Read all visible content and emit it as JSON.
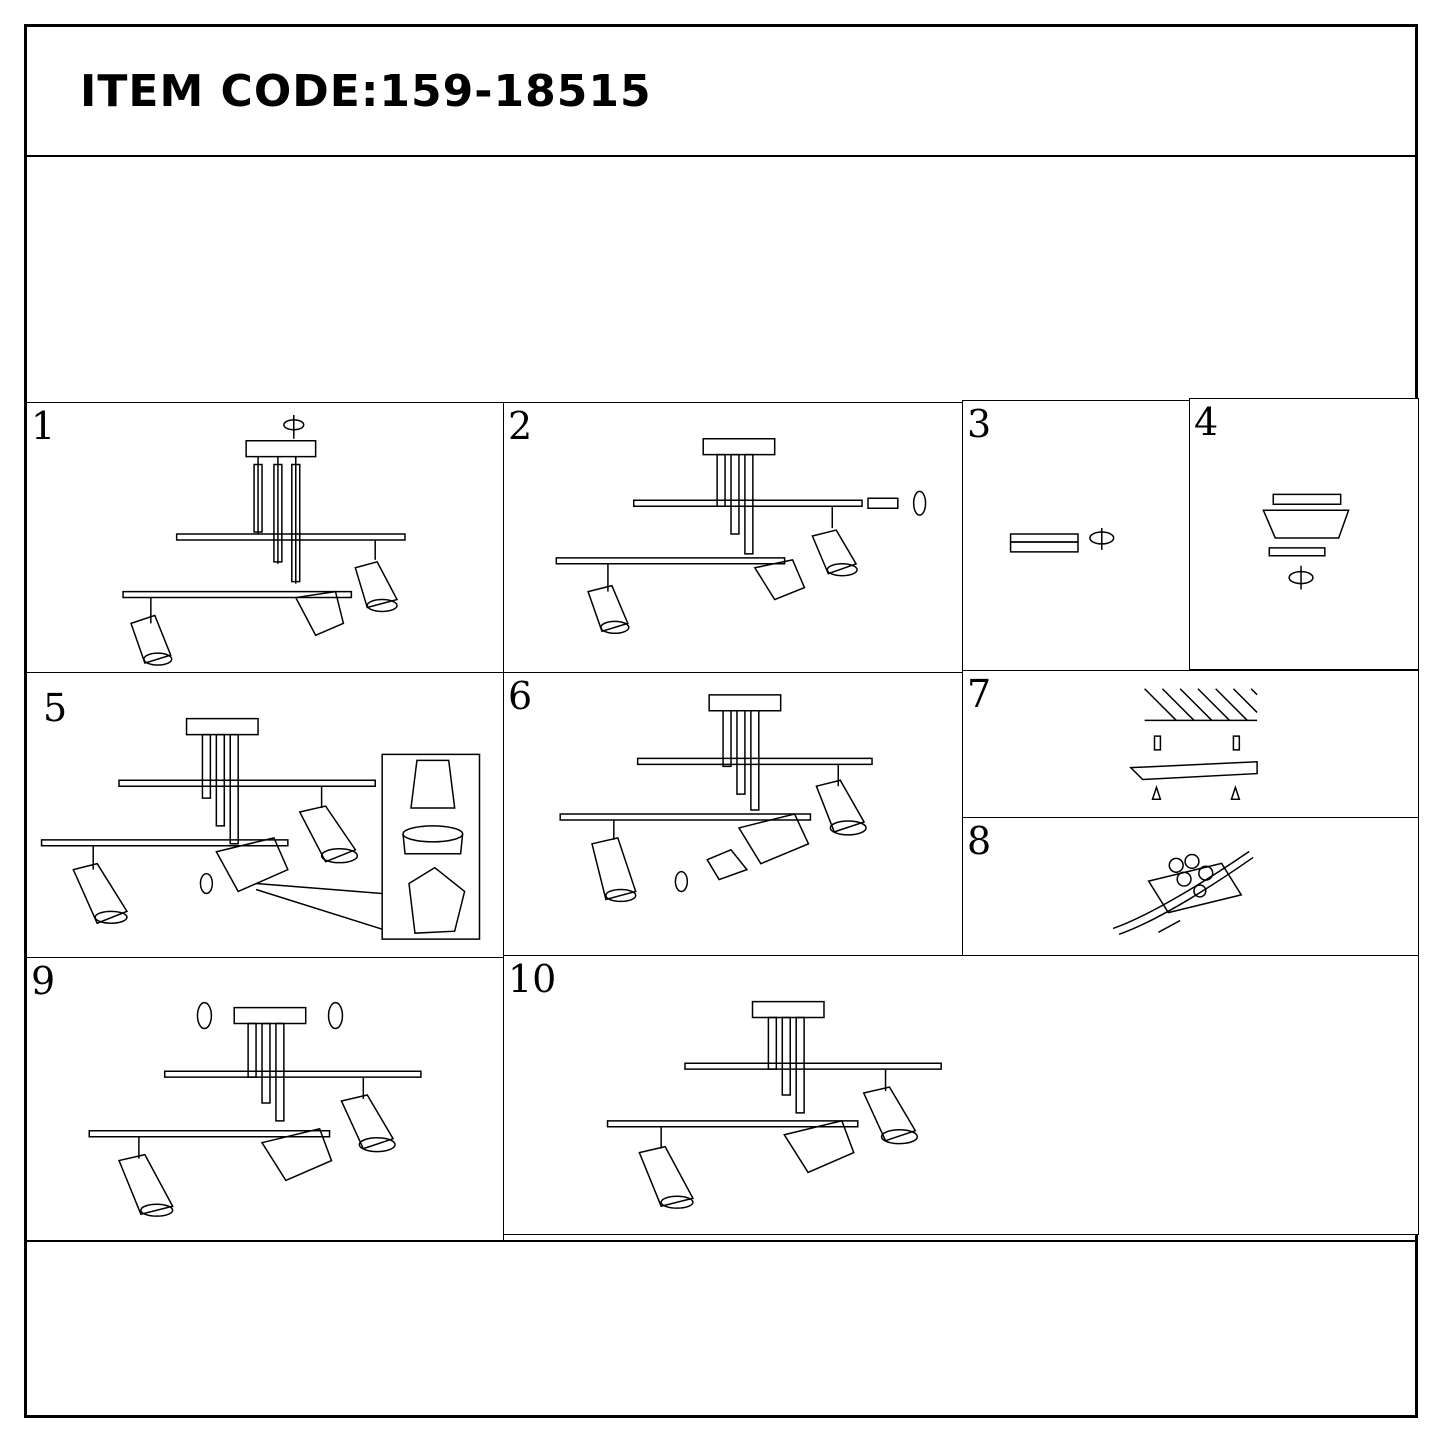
{
  "header": {
    "item_code": "ITEM CODE:159-18515"
  },
  "steps": [
    {
      "label": "1"
    },
    {
      "label": "2"
    },
    {
      "label": "3"
    },
    {
      "label": "4"
    },
    {
      "label": "5"
    },
    {
      "label": "6"
    },
    {
      "label": "7"
    },
    {
      "label": "8"
    },
    {
      "label": "9"
    },
    {
      "label": "10"
    }
  ],
  "colors": {
    "line": "#000000",
    "background": "#ffffff"
  }
}
